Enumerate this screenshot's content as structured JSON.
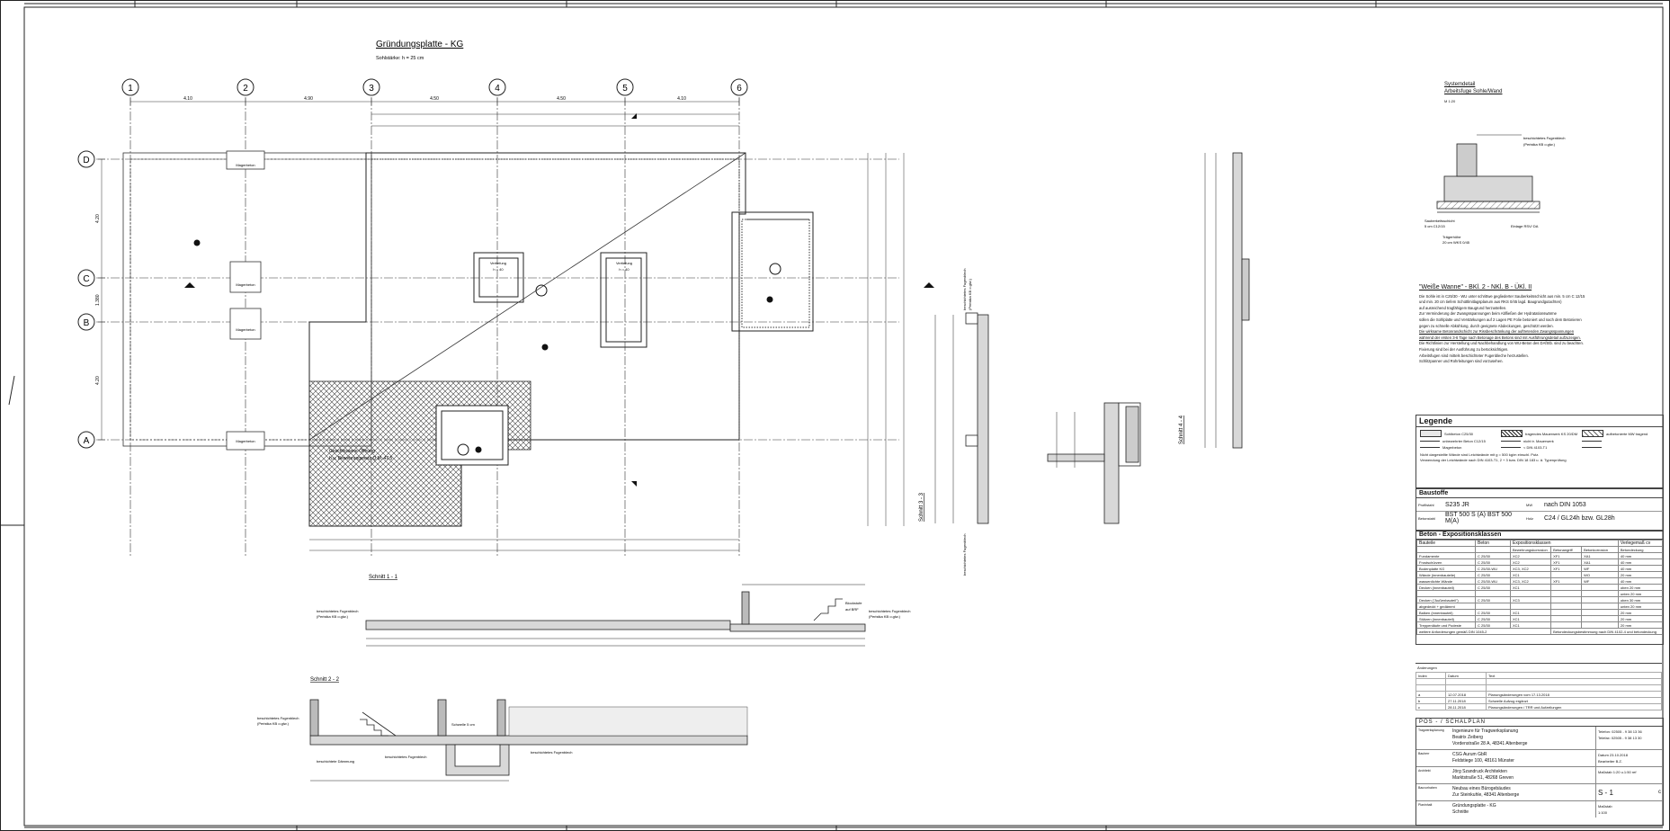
{
  "plan": {
    "title": "Gründungsplatte - KG",
    "subtitle": "Sohlstärke: h = 25 cm",
    "axis_numbers": [
      "1",
      "2",
      "3",
      "4",
      "5",
      "6"
    ],
    "axis_letters": [
      "D",
      "C",
      "B",
      "A"
    ],
    "dims_top": [
      "4.10",
      "4.90",
      "4.50",
      "4.50",
      "4.10"
    ],
    "dims_left": [
      "4.20",
      "1.380",
      "4.20"
    ],
    "labels": {
      "mag1": "Magerbeton",
      "mag2": "Magerbeton",
      "mag3": "Magerbeton",
      "mag4": "Magerbeton",
      "vert1": "Vertiefung",
      "vert1b": "h = 40",
      "vert2": "Vertiefung",
      "vert2b": "h = 40",
      "hatch_note1": "Geschlossene Öffnung",
      "hatch_note2": "h.u. Bewehrungsnetz Q.M. 47.5"
    }
  },
  "sections": {
    "s11": "Schnitt 1 - 1",
    "s22": "Schnitt 2 - 2",
    "s33": "Schnitt 3 - 3",
    "s44": "Schnitt 4 - 4",
    "fuge1": "beschichtetes Fugenblech",
    "fuge1b": "(Peristka KB o.glw.)",
    "fuge2": "beschichtetes Fugenblech",
    "fuge2b": "(Peristka KB o.glw.)",
    "fuge3": "beschichtetes Fugenblech",
    "fuge3b": "(Peristka KB o.glw.)",
    "fuge4": "beschichtetes Fugenblech",
    "fuge4b": "(Peristka KB o.glw.)",
    "fuge5": "beschichtetes Fugenblech",
    "fuge6": "beschichtetes Fugenblech",
    "fuge7": "beschichtetes Fugenblech",
    "daemm": "beschichtete Dämmung",
    "schwelle": "Schwelle 5 cm",
    "stufe": "Blockstufe",
    "stufe2": "auf BRF"
  },
  "systemdetail": {
    "title": "Systemdetail",
    "subtitle": "Arbeitsfuge Sohle/Wand",
    "scale": "M 1:20",
    "note1": "beschichtetes Fugenblech",
    "note2": "(Peristka KB o.glw.)",
    "note3": "Sauberkeitsschicht",
    "note4": "5 cm C12/15",
    "note5": "Trägerhöhe",
    "note6": "20 cm WKS 0/45",
    "note7": "Einlage RSV/ DA"
  },
  "weisse_wanne": {
    "title": "\"Weiße Wanne\" - BKl. 2 - NKl. B - ÜKl. II",
    "lines": [
      "Die Sohle ist in C25/30 - WU unter schrittwe gegliederter Sauberkeitsschicht aus min. 5 cm C 12/15",
      "und min. 20 cm tiefem Schüttlmitlagsplanum aus RKS 0/45 lagd. Baugrundgutachten)",
      "auf ausreichend tragfähigem Baugrund herzustellen.",
      "Zur Verminderung der Zwangsspannungen beim Abfließen der Hydratationswärme",
      "sollen die Sohlplatte und Verstärkungen auf 2 Lagen PE Folie betoniert und nach dem Betonieren",
      "gegen zu schnelle Abkühlung, durch geeignete Abdeckungen, geschützt werden.",
      "Die wirksame Betonrandschicht zur Rissbeschränkung der auftretenden Zwangsspannungen",
      "während der ersten 3-6 Tage nach Betonage des Betons sind mit Ausführungsdetail aufzuzeigen.",
      "Die Richtlinien zur Herstellung und Nachbehandlung von WU-Beton des DAfStb. sind zu beachten.",
      "Fixierung sind bei der Ausführung zu berücksichtigen.",
      "Arbeitsfugen sind mittels beschichteter Fugenbleche herzustellen.",
      "Schlitzpanner und Rohrleitungen sind vorzusehen."
    ]
  },
  "legende": {
    "title": "Legende",
    "items": [
      {
        "swatch": "plain",
        "label": "Sohlbeton C25/30"
      },
      {
        "swatch": "hatch",
        "label": "tragendes Mauerwerk KS 20/DM"
      },
      {
        "swatch": "hatch2",
        "label": "aufbetonierte MW tragend"
      },
      {
        "swatch": "line",
        "label": "unbewehrter Beton C12/15"
      },
      {
        "swatch": "line",
        "label": "nicht tr. Mauerwerk"
      },
      {
        "swatch": "line",
        "label": ""
      },
      {
        "swatch": "line",
        "label": "Magerbeton"
      },
      {
        "swatch": "line",
        "label": "< DIN 4103-T1"
      },
      {
        "swatch": "line",
        "label": ""
      }
    ],
    "note1": "Nicht dargestellte Wände sind Leichtwände mit g = 500 kg/m einschl. Putz.",
    "note2": "Verwendung der Leichtwände nach DIN 4103-T1, 2 + 3 bzw. DIN 18 183 u. ä. Typenprüfung"
  },
  "baustoffe": {
    "title": "Baustoffe",
    "profil_label": "Profilstahl",
    "profil": "S235 JR",
    "mw_label": "MW",
    "mw": "nach DIN 1053",
    "beton_label": "Betonstahl",
    "beton": "BST 500 S (A)  BST 500 M(A)",
    "holz_label": "Holz",
    "holz": "C24 / GL24h bzw. GL28h"
  },
  "exposition": {
    "title": "Beton - Expositionsklassen",
    "headers": [
      "Bauteile",
      "Beton",
      "Expositionsklassen",
      "Verlegemaß cv"
    ],
    "subheaders": [
      "",
      "",
      "Bewehrungskorrosion",
      "Betonangriff",
      "Betonkorrosion",
      "Betondeckung"
    ],
    "rows": [
      [
        "Fundamente",
        "C 25/30",
        "XC2",
        "XF1",
        "XA1",
        "40 mm"
      ],
      [
        "Frostschürzen",
        "C 25/30",
        "XC2",
        "XF1",
        "XA1",
        "40 mm"
      ],
      [
        "Bodenplatte KG",
        "C 25/30-WU",
        "XC3, XC2",
        "XF1",
        "WF",
        "40 mm"
      ],
      [
        "Wände (innenbauteile)",
        "C 25/30",
        "XC1",
        "",
        "WO",
        "20 mm"
      ],
      [
        "wasserdichte Wände",
        "C 25/30-WU",
        "XC3, XC2",
        "XF1",
        "WF",
        "40 mm"
      ],
      [
        "Decken (innenbauteil)",
        "C 25/30",
        "XC1",
        "",
        "",
        "oben 20 mm"
      ],
      [
        "",
        "",
        "",
        "",
        "",
        "unten 20 mm"
      ],
      [
        "Decken (\"Außenbauteil\")",
        "C 25/30",
        "XC3",
        "",
        "",
        "oben 30 mm"
      ],
      [
        "abgedeckt + gedämmt",
        "",
        "",
        "",
        "",
        "unten 20 mm"
      ],
      [
        "Balken (innenbauteil)",
        "C 25/30",
        "XC1",
        "",
        "",
        "20 mm"
      ],
      [
        "Stützen (innenbauteil)",
        "C 25/30",
        "XC1",
        "",
        "",
        "20 mm"
      ],
      [
        "Treppenläufe und Podeste",
        "C 25/30",
        "XC1",
        "",
        "",
        "20 mm"
      ]
    ],
    "footer1": "weitere Anforderungen gemäß DIN 1045-2",
    "footer2": "Betondeckungsbestimmung nach DIN 4102-4 und betondeckung"
  },
  "revisions": {
    "header": "Änderungen",
    "cols": [
      "Index",
      "Datum",
      "Text"
    ],
    "rows": [
      [
        "a",
        "12.07.2018",
        "Planungsänderungen vom 17.13.2018"
      ],
      [
        "b",
        "27.11.2018",
        "Schwelle Aufzug ergänzt"
      ],
      [
        "c",
        "28.11.2018",
        "Planungsänderungen / TRR und Aufzeilungen"
      ]
    ]
  },
  "titleblock": {
    "head": "POS - / SCHALPLAN",
    "planer_label": "Tragwerksplanung",
    "planer1": "Ingenieure für Tragwerksplanung",
    "planer2": "Beatrix Zeiberg",
    "planer3": "Vordenstraße 28 A, 48341 Altenberge",
    "tel1": "Telefon: 02505 - 9 38 13 36",
    "tel2": "Telefax: 02505 - 9 38 13 30",
    "bauherr_label": "Bauherr",
    "bauherr1": "CSG Aurum GbR",
    "bauherr2": "Feldstiege 100, 48161 Münster",
    "datum_label": "Datum",
    "datum": "23.10.2018",
    "bearb_label": "Bearbeiter",
    "bearb": "B.Z.",
    "arch_label": "Architekt",
    "arch1": "Jörg Szandruck Architekten",
    "arch2": "Marktstraße 51, 48268 Greven",
    "mst_label": "Maßstab",
    "mst": "1:20 u.1:50 ref",
    "bv_label": "Bauvorhaben",
    "bv1": "Neubau eines Bürogebäudes",
    "bv2": "Zur Steinkuhle, 48341 Altenberge",
    "planno": "S - 1",
    "index": "c",
    "inh_label": "Planinhalt",
    "inh1": "Gründungsplatte - KG",
    "inh2": "Schnitte",
    "scale_label": "Maßstab",
    "scale": "1:100"
  }
}
